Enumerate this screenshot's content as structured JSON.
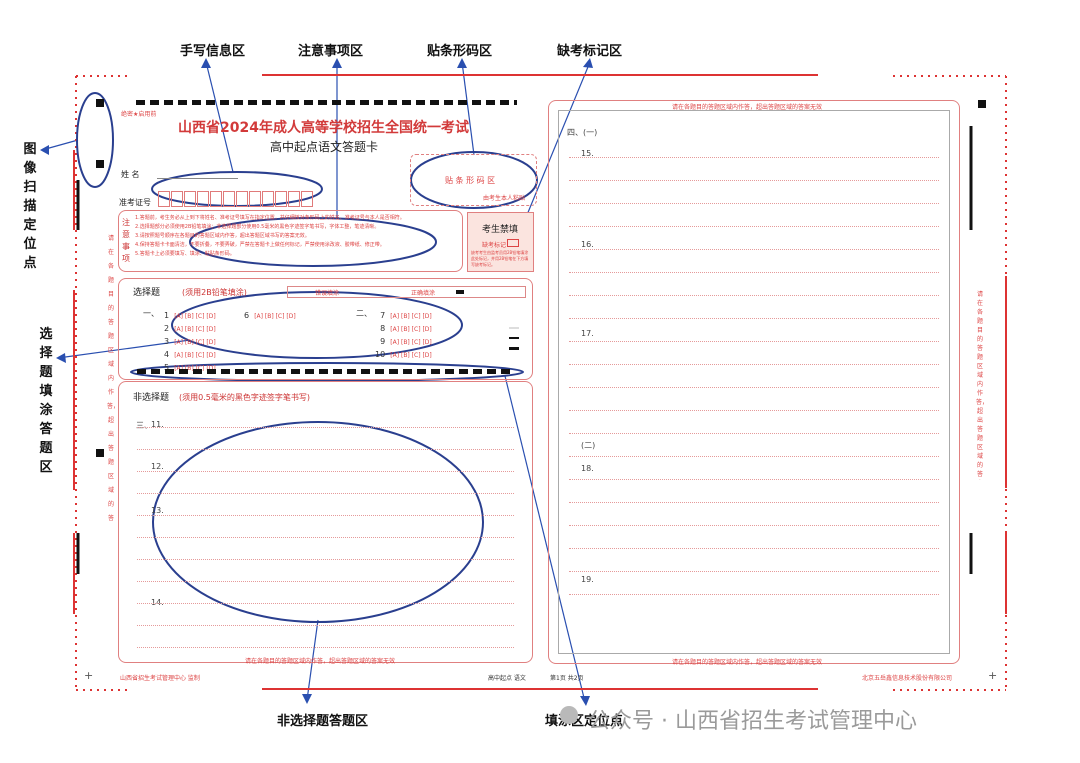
{
  "annotations": {
    "handwriting_area": "手写信息区",
    "notice_area": "注意事项区",
    "barcode_area": "贴条形码区",
    "absent_mark_area": "缺考标记区",
    "scan_anchor": "图像扫描定位点",
    "choice_fill_area": "选择题填涂答题区",
    "non_choice_area": "非选择题答题区",
    "fill_anchor": "填涂区定位点"
  },
  "sheet": {
    "secret": "绝密★启用前",
    "title": "山西省2024年成人高等学校招生全国统一考试",
    "subtitle": "高中起点语文答题卡",
    "name_label": "姓    名",
    "ticket_label": "准考证号",
    "notice_title": "注意事项",
    "notice_lines": [
      "1.答题前，考生务必从上到下将姓名、准考证号填写在指定位置，并仔细核对条形码上的姓名、准考证号与本人是否相符。",
      "2.选择题部分必须使用2B铅笔填涂；非选择题部分使用0.5毫米的黑色字迹签字笔书写，字体工整，笔迹清晰。",
      "3.请按照题号顺序在各题目的答题区域内作答，超出答题区域书写的答案无效。",
      "4.保持答题卡卡面清洁，不要折叠，不要弄破，严禁在答题卡上做任何标记，严禁使用涂改液、胶带纸、修正带。",
      "5.答题卡上必须要填写、填涂、粘贴条形码。"
    ],
    "barcode_text": "贴 条 形 码 区",
    "barcode_note": "由考生本人粘贴",
    "absent_title": "考生禁填",
    "absent_label": "缺考标记",
    "absent_note": "缺考考生由监考员用2B铅笔填涂此处标记，并用2B铅笔在下方填写缺考标记。",
    "choice_title": "选择题",
    "choice_hint": "(须用2B铅笔填涂)",
    "fill_example_label": "错误填涂",
    "correct_fill_label": "正确填涂",
    "section_one": "一、",
    "section_two": "二、",
    "choice_rows": [
      {
        "n": "1",
        "o": "[A] [B] [C] [D]"
      },
      {
        "n": "2",
        "o": "[A] [B] [C] [D]"
      },
      {
        "n": "3",
        "o": "[A] [B] [C] [D]"
      },
      {
        "n": "4",
        "o": "[A] [B] [C] [D]"
      },
      {
        "n": "5",
        "o": "[A] [B] [C] [D]"
      }
    ],
    "choice_six": {
      "n": "6",
      "o": "[A] [B] [C] [D]"
    },
    "choice_rows_right": [
      {
        "n": "7",
        "o": "[A] [B] [C] [D]"
      },
      {
        "n": "8",
        "o": "[A] [B] [C] [D]"
      },
      {
        "n": "9",
        "o": "[A] [B] [C] [D]"
      },
      {
        "n": "10",
        "o": "[A] [B] [C] [D]"
      }
    ],
    "nonchoice_title": "非选择题",
    "nonchoice_hint": "(须用0.5毫米的黑色字迹签字笔书写)",
    "section_three": "三、",
    "questions_left": [
      "11.",
      "12.",
      "13.",
      "14."
    ],
    "section_four": "四、(一)",
    "section_four_two": "(二)",
    "questions_right": [
      "15.",
      "16.",
      "17.",
      "18.",
      "19."
    ],
    "area_warning": "请在各题目的答题区域内作答，超出答题区域的答案无效",
    "side_warning_left": "请在各题目的答题区域内作答，超出答题区域的答案无效",
    "side_warning_right": "请在各题目的答题区域内作答，超出答题区域的答案无效",
    "footer_left": "山西省招生考试管理中心 监制",
    "footer_mid": "高中起点 语文",
    "footer_page": "第1页 共2页",
    "footer_right": "北京五岳鑫信息技术股份有限公司"
  },
  "watermark": "公众号 · 山西省招生考试管理中心"
}
